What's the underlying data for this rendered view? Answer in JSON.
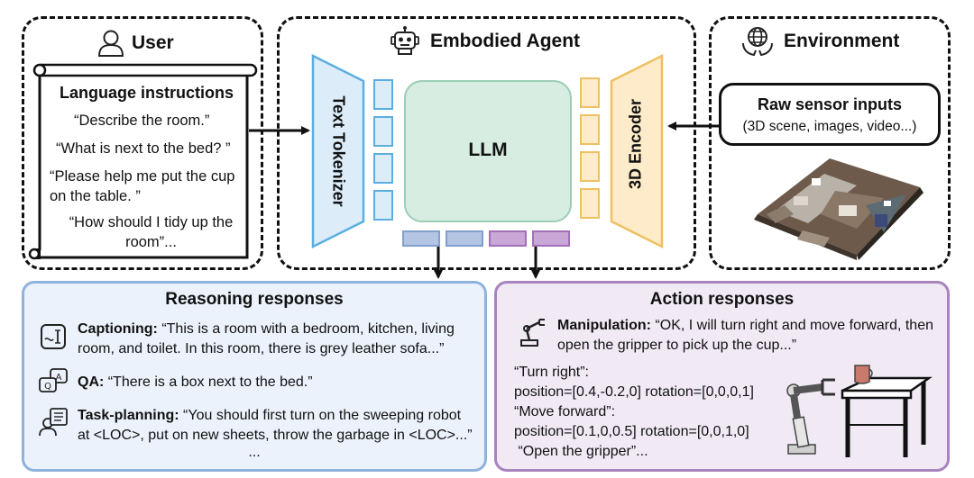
{
  "user": {
    "title": "User",
    "scroll_title": "Language instructions",
    "instructions": [
      "“Describe the room.”",
      "“What is next to the bed? ”",
      "“Please help me put the cup on the table. ”",
      "“How should I tidy up the room”..."
    ]
  },
  "agent": {
    "title": "Embodied Agent",
    "tokenizer": "Text Tokenizer",
    "llm": "LLM",
    "encoder": "3D Encoder"
  },
  "environment": {
    "title": "Environment",
    "box_title": "Raw sensor inputs",
    "box_sub": "(3D scene, images, video...)"
  },
  "reasoning": {
    "title": "Reasoning responses",
    "captioning_label": "Captioning:",
    "captioning_text": " “This is a room with a bedroom, kitchen, living room, and toilet. In this room, there is grey leather sofa...”",
    "qa_label": "QA:",
    "qa_text": " “There is a box next to the bed.”",
    "planning_label": "Task-planning:",
    "planning_text": " “You should first turn on the sweeping robot at <LOC>, put on new sheets, throw the garbage in <LOC>...”",
    "ellipsis": "..."
  },
  "action": {
    "title": "Action responses",
    "manip_label": "Manipulation:",
    "manip_text": " “OK, I will turn right and move forward, then open the gripper to pick up the cup...”",
    "lines": [
      "“Turn right”:",
      "position=[0.4,-0.2,0] rotation=[0,0,0,1]",
      "“Move forward”:",
      "position=[0.1,0,0.5] rotation=[0,0,1,0]",
      " “Open the gripper”..."
    ]
  },
  "colors": {
    "tokenizer": "#5aaee0",
    "tokenizer_fill": "#dcedf9",
    "encoder": "#f0c060",
    "encoder_fill": "#fdebc9",
    "llm_fill": "#d7ede2",
    "llm_stroke": "#9ccdb4",
    "reasoning_fill": "#ecf2fb",
    "reasoning_stroke": "#8fb2dd",
    "action_fill": "#f1eaf5",
    "action_stroke": "#a883bd",
    "token_blue": "#b4c5e3",
    "token_purple": "#c9a7d6"
  },
  "icons": [
    "user-icon",
    "robot-icon",
    "globe-hands-icon",
    "caption-icon",
    "qa-icon",
    "task-planning-icon",
    "robot-arm-icon",
    "robot-arm-table-illustration",
    "3d-scene-image"
  ]
}
